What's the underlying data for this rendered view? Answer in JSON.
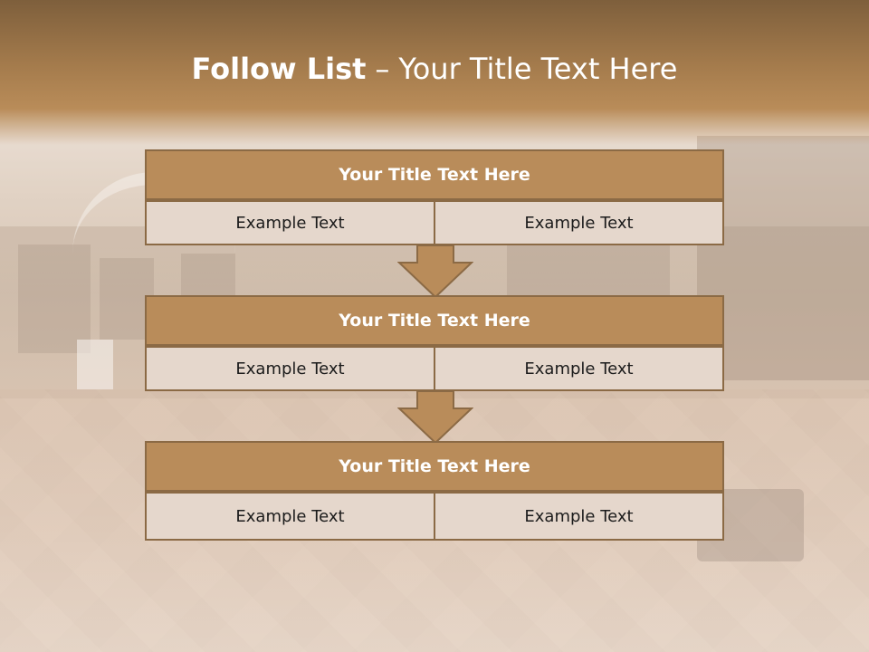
{
  "slide": {
    "title_bold": "Follow List",
    "title_separator": "–",
    "title_rest": "Your Title Text Here"
  },
  "steps": [
    {
      "heading": "Your Title Text Here",
      "left": "Example Text",
      "right": "Example Text"
    },
    {
      "heading": "Your Title Text Here",
      "left": "Example Text",
      "right": "Example Text"
    },
    {
      "heading": "Your Title Text Here",
      "left": "Example Text",
      "right": "Example Text"
    }
  ],
  "colors": {
    "header_fill": "#b98c5a",
    "border": "#8b6a45",
    "cell_fill": "#e5d7cc",
    "title_band": "#a47b4c"
  },
  "icons": [
    "down-arrow-icon"
  ]
}
